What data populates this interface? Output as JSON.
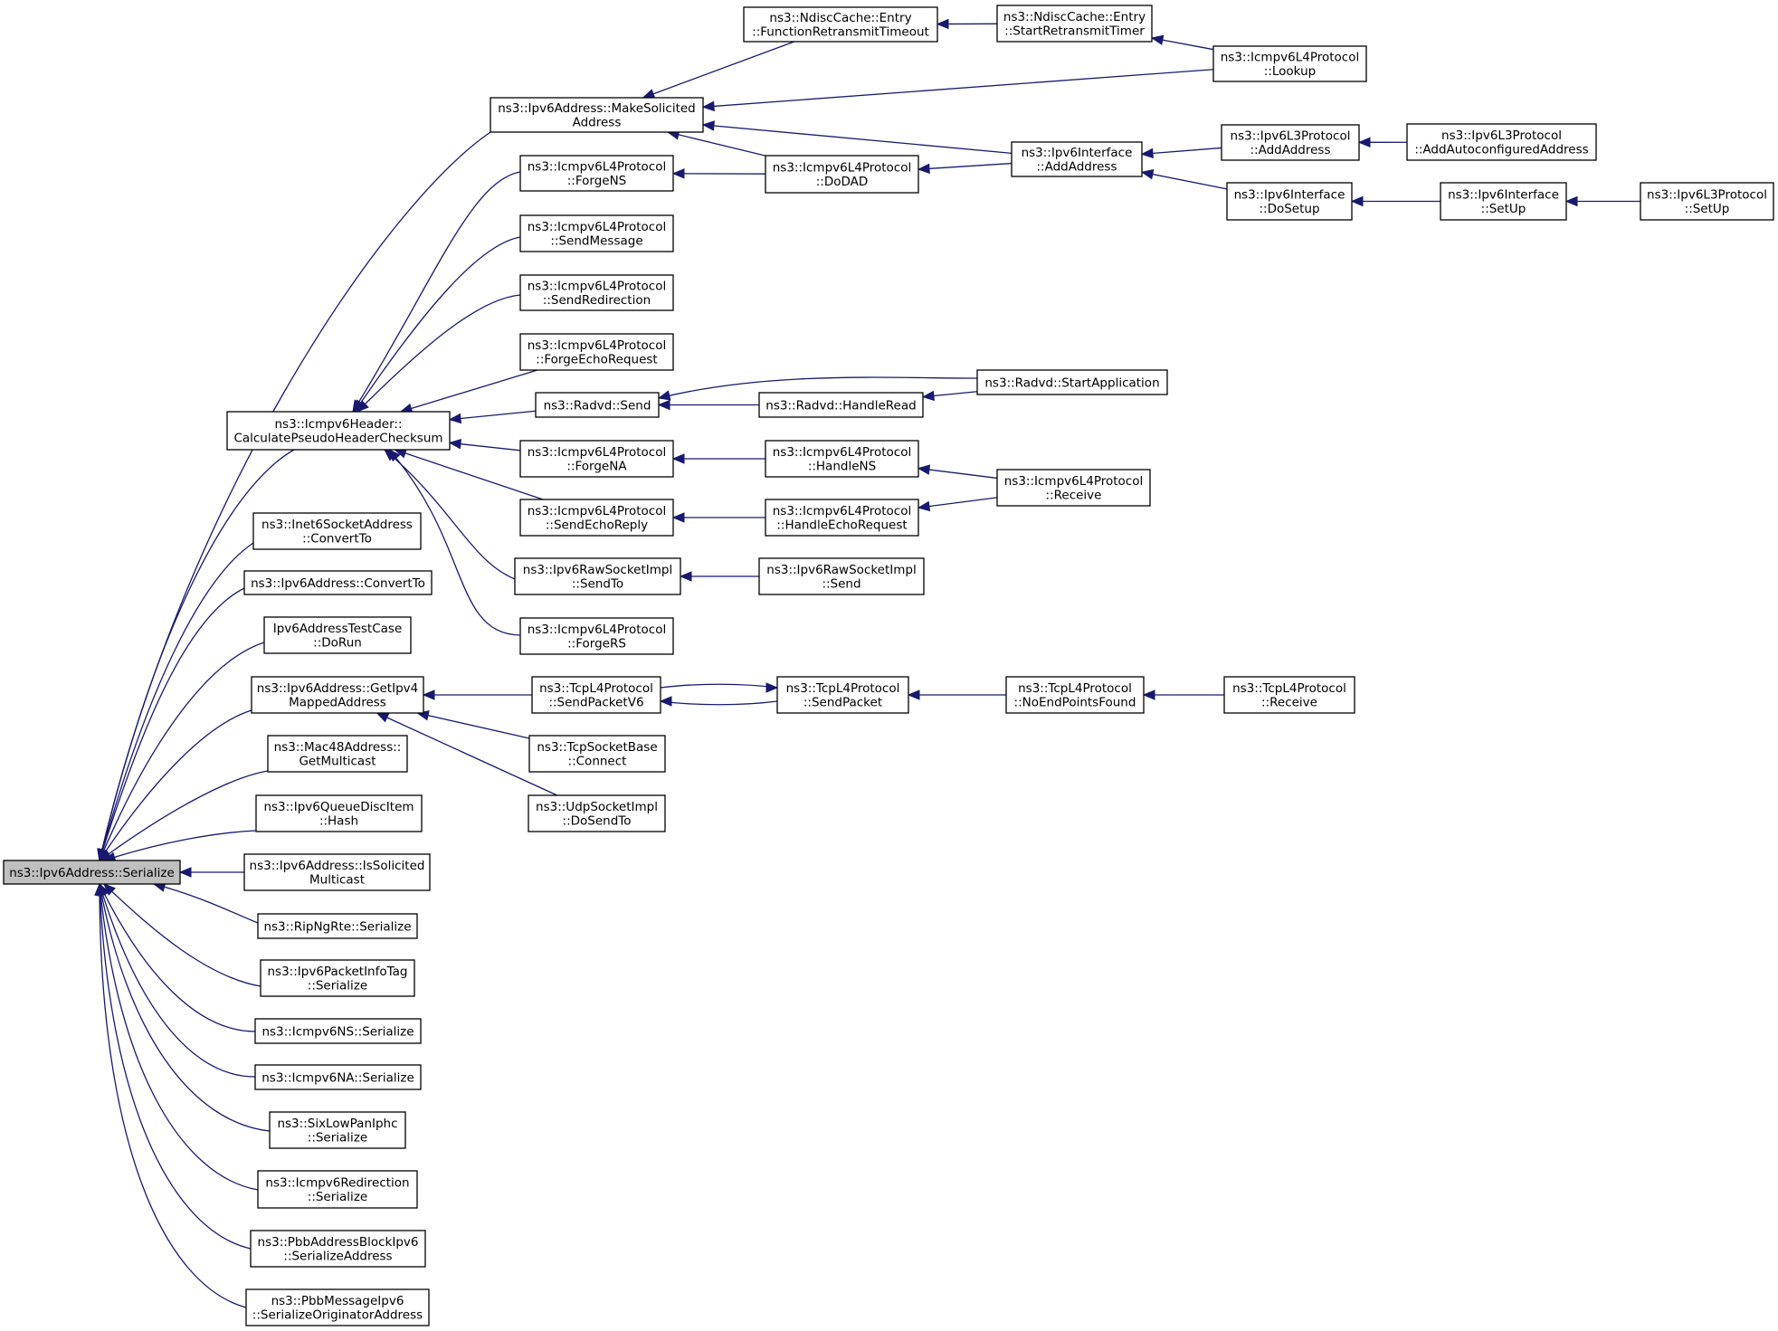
{
  "nodes": [
    {
      "id": "root",
      "lines": [
        "ns3::Ipv6Address::Serialize"
      ],
      "root": true
    },
    {
      "id": "makesol",
      "lines": [
        "ns3::Ipv6Address::MakeSolicited",
        "Address"
      ]
    },
    {
      "id": "funcretx",
      "lines": [
        "ns3::NdiscCache::Entry",
        "::FunctionRetransmitTimeout"
      ]
    },
    {
      "id": "startretx",
      "lines": [
        "ns3::NdiscCache::Entry",
        "::StartRetransmitTimer"
      ]
    },
    {
      "id": "lookup",
      "lines": [
        "ns3::Icmpv6L4Protocol",
        "::Lookup"
      ]
    },
    {
      "id": "ifaceadd",
      "lines": [
        "ns3::Ipv6Interface",
        "::AddAddress"
      ]
    },
    {
      "id": "l3add",
      "lines": [
        "ns3::Ipv6L3Protocol",
        "::AddAddress"
      ]
    },
    {
      "id": "l3autoadd",
      "lines": [
        "ns3::Ipv6L3Protocol",
        "::AddAutoconfiguredAddress"
      ]
    },
    {
      "id": "dosetup",
      "lines": [
        "ns3::Ipv6Interface",
        "::DoSetup"
      ]
    },
    {
      "id": "ifsetup",
      "lines": [
        "ns3::Ipv6Interface",
        "::SetUp"
      ]
    },
    {
      "id": "l3setup",
      "lines": [
        "ns3::Ipv6L3Protocol",
        "::SetUp"
      ]
    },
    {
      "id": "forgens",
      "lines": [
        "ns3::Icmpv6L4Protocol",
        "::ForgeNS"
      ]
    },
    {
      "id": "dodad",
      "lines": [
        "ns3::Icmpv6L4Protocol",
        "::DoDAD"
      ]
    },
    {
      "id": "sendmsg",
      "lines": [
        "ns3::Icmpv6L4Protocol",
        "::SendMessage"
      ]
    },
    {
      "id": "sendredir",
      "lines": [
        "ns3::Icmpv6L4Protocol",
        "::SendRedirection"
      ]
    },
    {
      "id": "forgeecho",
      "lines": [
        "ns3::Icmpv6L4Protocol",
        "::ForgeEchoRequest"
      ]
    },
    {
      "id": "calcpseudo",
      "lines": [
        "ns3::Icmpv6Header::",
        "CalculatePseudoHeaderChecksum"
      ]
    },
    {
      "id": "radvdsend",
      "lines": [
        "ns3::Radvd::Send"
      ]
    },
    {
      "id": "radvdread",
      "lines": [
        "ns3::Radvd::HandleRead"
      ]
    },
    {
      "id": "radvdstart",
      "lines": [
        "ns3::Radvd::StartApplication"
      ]
    },
    {
      "id": "forgena",
      "lines": [
        "ns3::Icmpv6L4Protocol",
        "::ForgeNA"
      ]
    },
    {
      "id": "handlens",
      "lines": [
        "ns3::Icmpv6L4Protocol",
        "::HandleNS"
      ]
    },
    {
      "id": "receive6",
      "lines": [
        "ns3::Icmpv6L4Protocol",
        "::Receive"
      ]
    },
    {
      "id": "sendechoreply",
      "lines": [
        "ns3::Icmpv6L4Protocol",
        "::SendEchoReply"
      ]
    },
    {
      "id": "handleecho",
      "lines": [
        "ns3::Icmpv6L4Protocol",
        "::HandleEchoRequest"
      ]
    },
    {
      "id": "rawsendto",
      "lines": [
        "ns3::Ipv6RawSocketImpl",
        "::SendTo"
      ]
    },
    {
      "id": "rawsend",
      "lines": [
        "ns3::Ipv6RawSocketImpl",
        "::Send"
      ]
    },
    {
      "id": "forgers",
      "lines": [
        "ns3::Icmpv6L4Protocol",
        "::ForgeRS"
      ]
    },
    {
      "id": "inet6conv",
      "lines": [
        "ns3::Inet6SocketAddress",
        "::ConvertTo"
      ]
    },
    {
      "id": "ipv6conv",
      "lines": [
        "ns3::Ipv6Address::ConvertTo"
      ]
    },
    {
      "id": "testcase",
      "lines": [
        "Ipv6AddressTestCase",
        "::DoRun"
      ]
    },
    {
      "id": "getipv4",
      "lines": [
        "ns3::Ipv6Address::GetIpv4",
        "MappedAddress"
      ]
    },
    {
      "id": "tcpsendv6",
      "lines": [
        "ns3::TcpL4Protocol",
        "::SendPacketV6"
      ]
    },
    {
      "id": "tcpsend",
      "lines": [
        "ns3::TcpL4Protocol",
        "::SendPacket"
      ]
    },
    {
      "id": "noend",
      "lines": [
        "ns3::TcpL4Protocol",
        "::NoEndPointsFound"
      ]
    },
    {
      "id": "tcprecv",
      "lines": [
        "ns3::TcpL4Protocol",
        "::Receive"
      ]
    },
    {
      "id": "tcpconnect",
      "lines": [
        "ns3::TcpSocketBase",
        "::Connect"
      ]
    },
    {
      "id": "udpsendto",
      "lines": [
        "ns3::UdpSocketImpl",
        "::DoSendTo"
      ]
    },
    {
      "id": "mac48",
      "lines": [
        "ns3::Mac48Address::",
        "GetMulticast"
      ]
    },
    {
      "id": "qhash",
      "lines": [
        "ns3::Ipv6QueueDiscItem",
        "::Hash"
      ]
    },
    {
      "id": "issol",
      "lines": [
        "ns3::Ipv6Address::IsSolicited",
        "Multicast"
      ]
    },
    {
      "id": "ripng",
      "lines": [
        "ns3::RipNgRte::Serialize"
      ]
    },
    {
      "id": "pktinfo",
      "lines": [
        "ns3::Ipv6PacketInfoTag",
        "::Serialize"
      ]
    },
    {
      "id": "ns",
      "lines": [
        "ns3::Icmpv6NS::Serialize"
      ]
    },
    {
      "id": "na",
      "lines": [
        "ns3::Icmpv6NA::Serialize"
      ]
    },
    {
      "id": "sixlow",
      "lines": [
        "ns3::SixLowPanIphc",
        "::Serialize"
      ]
    },
    {
      "id": "redir",
      "lines": [
        "ns3::Icmpv6Redirection",
        "::Serialize"
      ]
    },
    {
      "id": "pbbaddr",
      "lines": [
        "ns3::PbbAddressBlockIpv6",
        "::SerializeAddress"
      ]
    },
    {
      "id": "pbbmsg",
      "lines": [
        "ns3::PbbMessageIpv6",
        "::SerializeOriginatorAddress"
      ]
    }
  ],
  "edges": [
    [
      "makesol",
      "root"
    ],
    [
      "calcpseudo",
      "root"
    ],
    [
      "inet6conv",
      "root"
    ],
    [
      "ipv6conv",
      "root"
    ],
    [
      "testcase",
      "root"
    ],
    [
      "getipv4",
      "root"
    ],
    [
      "mac48",
      "root"
    ],
    [
      "qhash",
      "root"
    ],
    [
      "issol",
      "root"
    ],
    [
      "ripng",
      "root"
    ],
    [
      "pktinfo",
      "root"
    ],
    [
      "ns",
      "root"
    ],
    [
      "na",
      "root"
    ],
    [
      "sixlow",
      "root"
    ],
    [
      "redir",
      "root"
    ],
    [
      "pbbaddr",
      "root"
    ],
    [
      "pbbmsg",
      "root"
    ],
    [
      "funcretx",
      "makesol"
    ],
    [
      "lookup",
      "makesol"
    ],
    [
      "ifaceadd",
      "makesol"
    ],
    [
      "dodad",
      "makesol"
    ],
    [
      "startretx",
      "funcretx"
    ],
    [
      "lookup",
      "startretx"
    ],
    [
      "l3add",
      "ifaceadd"
    ],
    [
      "dosetup",
      "ifaceadd"
    ],
    [
      "l3autoadd",
      "l3add"
    ],
    [
      "ifsetup",
      "dosetup"
    ],
    [
      "l3setup",
      "ifsetup"
    ],
    [
      "ifaceadd",
      "dodad"
    ],
    [
      "dodad",
      "forgens"
    ],
    [
      "forgens",
      "calcpseudo"
    ],
    [
      "sendmsg",
      "calcpseudo"
    ],
    [
      "sendredir",
      "calcpseudo"
    ],
    [
      "forgeecho",
      "calcpseudo"
    ],
    [
      "radvdsend",
      "calcpseudo"
    ],
    [
      "forgena",
      "calcpseudo"
    ],
    [
      "sendechoreply",
      "calcpseudo"
    ],
    [
      "rawsendto",
      "calcpseudo"
    ],
    [
      "forgers",
      "calcpseudo"
    ],
    [
      "radvdstart",
      "radvdsend"
    ],
    [
      "radvdread",
      "radvdsend"
    ],
    [
      "radvdstart",
      "radvdread"
    ],
    [
      "handlens",
      "forgena"
    ],
    [
      "receive6",
      "handlens"
    ],
    [
      "handleecho",
      "sendechoreply"
    ],
    [
      "receive6",
      "handleecho"
    ],
    [
      "rawsend",
      "rawsendto"
    ],
    [
      "tcpsendv6",
      "getipv4"
    ],
    [
      "tcpconnect",
      "getipv4"
    ],
    [
      "udpsendto",
      "getipv4"
    ],
    [
      "tcpsend",
      "tcpsendv6"
    ],
    [
      "tcpsendv6",
      "tcpsend"
    ],
    [
      "noend",
      "tcpsend"
    ],
    [
      "tcprecv",
      "noend"
    ]
  ]
}
